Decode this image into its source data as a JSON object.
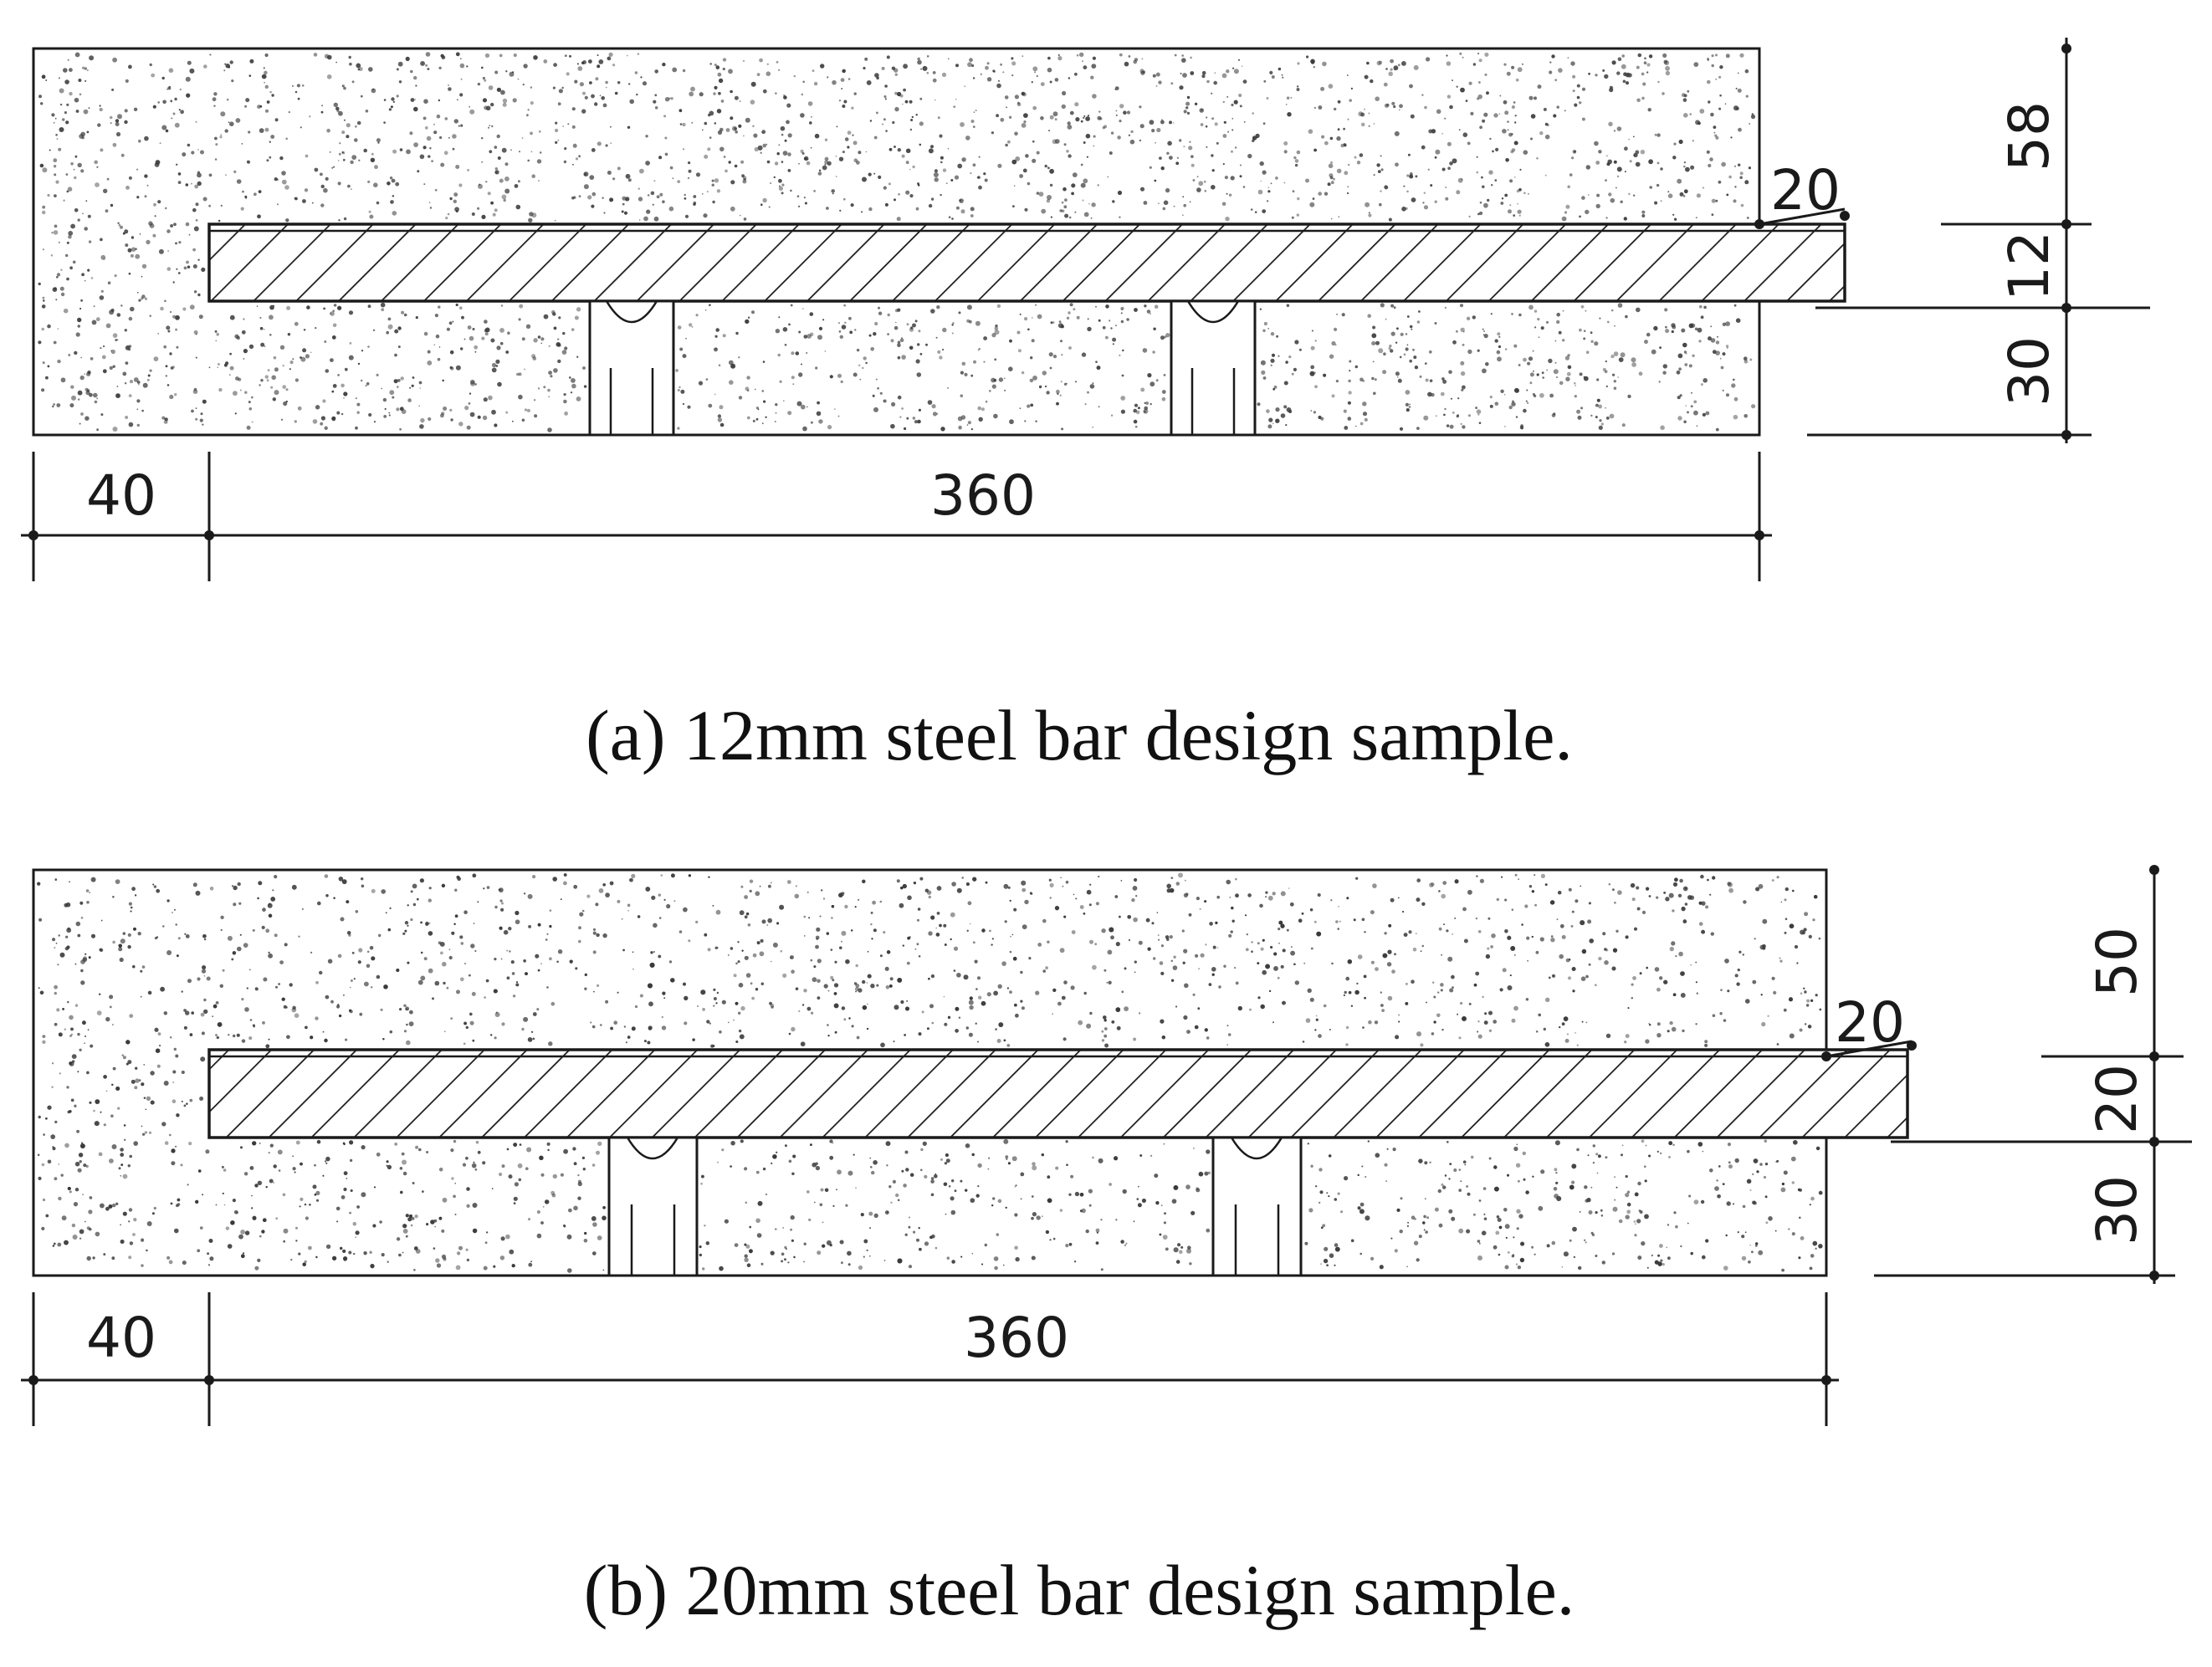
{
  "panels": [
    {
      "id": "a",
      "caption": "(a)  12mm steel bar design sample.",
      "dims": {
        "cover_left": "40",
        "bonded_length": "360",
        "protrusion": "20",
        "top_cover": "58",
        "bar_diameter": "12",
        "bottom_cover": "30"
      }
    },
    {
      "id": "b",
      "caption": "(b)  20mm steel bar design sample.",
      "dims": {
        "cover_left": "40",
        "bonded_length": "360",
        "protrusion": "20",
        "top_cover": "50",
        "bar_diameter": "20",
        "bottom_cover": "30"
      }
    }
  ],
  "colors": {
    "concrete_fill": "#f2f2f2",
    "speckle": "#3a3a3a",
    "line": "#1a1a1a"
  }
}
